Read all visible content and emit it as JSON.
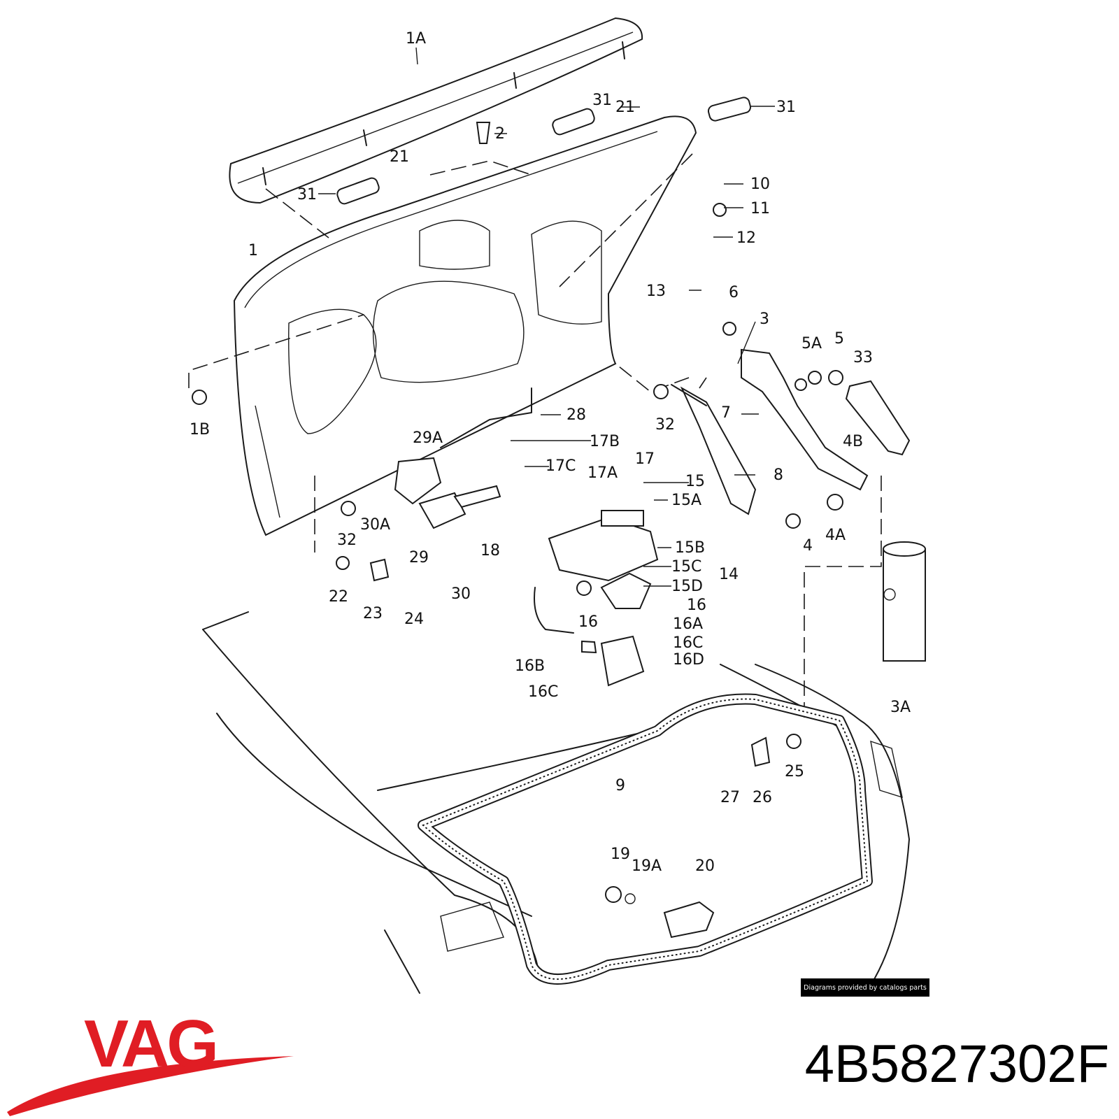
{
  "diagram": {
    "labels": [
      {
        "id": "1A",
        "text": "1A"
      },
      {
        "id": "31a",
        "text": "31"
      },
      {
        "id": "21a",
        "text": "21"
      },
      {
        "id": "31b",
        "text": "31"
      },
      {
        "id": "2",
        "text": "2"
      },
      {
        "id": "21b",
        "text": "21"
      },
      {
        "id": "31c",
        "text": "31"
      },
      {
        "id": "10",
        "text": "10"
      },
      {
        "id": "11",
        "text": "11"
      },
      {
        "id": "12",
        "text": "12"
      },
      {
        "id": "1",
        "text": "1"
      },
      {
        "id": "13",
        "text": "13"
      },
      {
        "id": "6",
        "text": "6"
      },
      {
        "id": "3",
        "text": "3"
      },
      {
        "id": "5A",
        "text": "5A"
      },
      {
        "id": "5",
        "text": "5"
      },
      {
        "id": "33",
        "text": "33"
      },
      {
        "id": "1B",
        "text": "1B"
      },
      {
        "id": "28",
        "text": "28"
      },
      {
        "id": "32a",
        "text": "32"
      },
      {
        "id": "7",
        "text": "7"
      },
      {
        "id": "29A",
        "text": "29A"
      },
      {
        "id": "17B",
        "text": "17B"
      },
      {
        "id": "17",
        "text": "17"
      },
      {
        "id": "17C",
        "text": "17C"
      },
      {
        "id": "17A",
        "text": "17A"
      },
      {
        "id": "4B",
        "text": "4B"
      },
      {
        "id": "8",
        "text": "8"
      },
      {
        "id": "15",
        "text": "15"
      },
      {
        "id": "15A",
        "text": "15A"
      },
      {
        "id": "30A",
        "text": "30A"
      },
      {
        "id": "32b",
        "text": "32"
      },
      {
        "id": "4",
        "text": "4"
      },
      {
        "id": "4A",
        "text": "4A"
      },
      {
        "id": "18",
        "text": "18"
      },
      {
        "id": "29",
        "text": "29"
      },
      {
        "id": "15B",
        "text": "15B"
      },
      {
        "id": "15C",
        "text": "15C"
      },
      {
        "id": "14",
        "text": "14"
      },
      {
        "id": "30",
        "text": "30"
      },
      {
        "id": "15D",
        "text": "15D"
      },
      {
        "id": "22",
        "text": "22"
      },
      {
        "id": "23",
        "text": "23"
      },
      {
        "id": "24",
        "text": "24"
      },
      {
        "id": "16a",
        "text": "16"
      },
      {
        "id": "16b",
        "text": "16"
      },
      {
        "id": "16A",
        "text": "16A"
      },
      {
        "id": "16C",
        "text": "16C"
      },
      {
        "id": "16D",
        "text": "16D"
      },
      {
        "id": "16B",
        "text": "16B"
      },
      {
        "id": "16Cb",
        "text": "16C"
      },
      {
        "id": "3A",
        "text": "3A"
      },
      {
        "id": "25",
        "text": "25"
      },
      {
        "id": "9",
        "text": "9"
      },
      {
        "id": "27",
        "text": "27"
      },
      {
        "id": "26",
        "text": "26"
      },
      {
        "id": "19",
        "text": "19"
      },
      {
        "id": "19A",
        "text": "19A"
      },
      {
        "id": "20",
        "text": "20"
      }
    ],
    "credit": "Diagrams provided by catalogs parts"
  },
  "brand": {
    "logo_text": "VAG",
    "logo_color": "#e01d24"
  },
  "part_number": "4B5827302F"
}
